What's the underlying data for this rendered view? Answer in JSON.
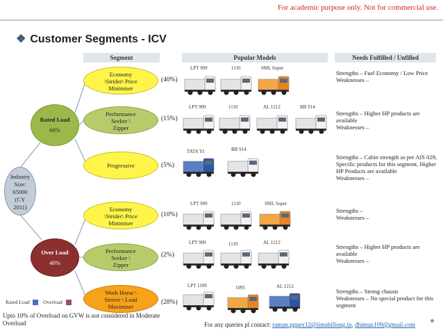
{
  "disclaimer": "For academic purpose only. Not for commercial use.",
  "title": "Customer Segments - ICV",
  "headers": {
    "segment": "Segment",
    "popular": "Popular Models",
    "needs": "Needs Fulfilled / Unfilled"
  },
  "industry": {
    "l1": "Industry",
    "l2": "Size:",
    "l3": "65000",
    "l4": "(CY",
    "l5": "2011)"
  },
  "rated": {
    "label": "Rated Load",
    "pct": "60%"
  },
  "over": {
    "label": "Over Load",
    "pct": "40%"
  },
  "segments": [
    {
      "l1": "Economy",
      "l2": "\\Strider\\ Price",
      "l3": "Minimiser",
      "pct": "(40%)",
      "models": [
        "LPT 909",
        "1110",
        "SML Super"
      ],
      "need": "Strengths – Fuel Economy / Low Price\nWeaknesses –"
    },
    {
      "l1": "Performance",
      "l2": "Seeker \\",
      "l3": "Zipper",
      "pct": "(15%)",
      "models": [
        "LPT 909",
        "1110",
        "AL 1212",
        "BB 914"
      ],
      "need": "Strengths – Higher HP products are available\nWeaknesses –"
    },
    {
      "l1": "Progressive",
      "l2": "",
      "l3": "",
      "pct": "(5%)",
      "models": [
        "TATA YI",
        "BB 914"
      ],
      "need": "Strengths – Cabin strength as per AIS 029, Specific products for this segment, Higher HP Products are available\nWeaknesses –"
    },
    {
      "l1": "Economy",
      "l2": "\\Strider\\ Price",
      "l3": "Minimiser",
      "pct": "(10%)",
      "models": [
        "LPT 909",
        "1110",
        "SML Super"
      ],
      "need": "Strengths –\nWeaknesses –"
    },
    {
      "l1": "Performance",
      "l2": "Seeker \\",
      "l3": "Zipper",
      "pct": "(2%)",
      "models": [
        "LPT 909",
        "1110",
        "AL 1212"
      ],
      "need": "Strengths – Higher HP products are available\nWeaknesses –"
    },
    {
      "l1": "Work Horse \\",
      "l2": "Striver \\ Load",
      "l3": "Maximiser",
      "pct": "(28%)",
      "models": [
        "LPT 1109",
        "1095",
        "AL 1212"
      ],
      "need": "Strengths – Strong chassis\nWeaknesses – No special product for this segment"
    }
  ],
  "legend": {
    "rated": "Rated Load",
    "over": "Overload",
    "rated_color": "#4472c4",
    "over_color": "#a0505a"
  },
  "footnote": "Upto 10% of Overload on GVW is not considered in Moderate Overload",
  "contact": {
    "prefix": "For any queries pl contact: ",
    "email1": "raman.pgpex12@iimshillong.in",
    "sep": ", ",
    "email2": "dhiman109@gmail.com"
  },
  "colors": {
    "accent_red": "#d21f1f",
    "truck_white": "#f2f2f2",
    "truck_blue": "#2a56a8",
    "truck_orange": "#e8851f",
    "rated_green": "#9db84a",
    "over_maroon": "#8b2f2f"
  }
}
